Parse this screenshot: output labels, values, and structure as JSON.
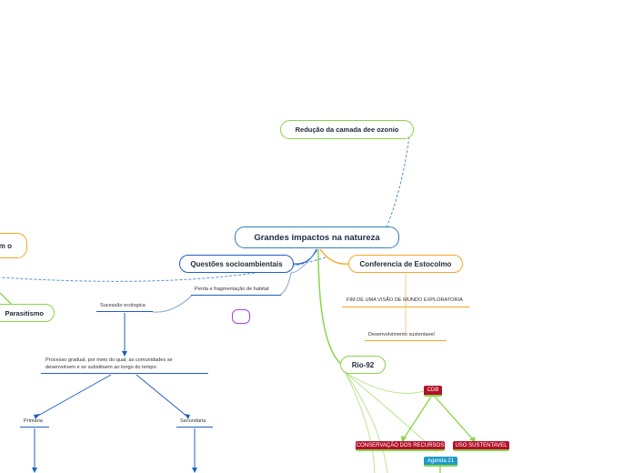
{
  "central": {
    "title": "Grandes impactos na natureza"
  },
  "nodes": {
    "ozone": "Redução da camada dee ozonio",
    "socio": "Questões socioambientais",
    "stockholm": "Conferencia de Estocolmo",
    "rio92": "Rio-92",
    "left_partial": "m o",
    "parasitism": "Parasitismo",
    "habitat": "Perda e fragmentação de habitat",
    "succession": "Sucessão ecologica",
    "process_line1": "Processo gradual, por meio do  qual, as comunidades se",
    "process_line2": "desenvolvem e se substituem ao longo do tempo.",
    "primary": "Primaria",
    "secondary": "Secundaria",
    "end_vision": "FIM DE UMA VISÃO DE MUNDO EXPLORATORIA",
    "sustainable_dev": "Desenvolvimento sustentavel",
    "cdb": "CDB",
    "conservation": "CONSERVAÇÃO DOS RECURSOS",
    "sustainable_use": "USO SUSTENTAVEL",
    "agenda21": "Agenda 21"
  },
  "colors": {
    "main_border": "#2f7fc1",
    "blue": "#1f5fc7",
    "orange": "#f6a623",
    "green": "#8ad34a",
    "red_tag": "#b3102a",
    "teal_tag": "#1f9ac9",
    "purple": "#a443e8"
  }
}
